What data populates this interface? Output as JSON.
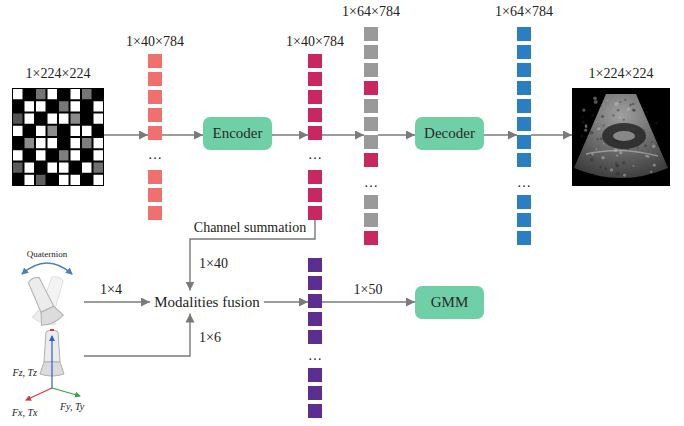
{
  "diagram": {
    "nodes": [
      {
        "text": [
          "1×224×224"
        ]
      },
      {
        "text": [
          "1×40×784",
          "…"
        ]
      },
      {
        "text": [
          "Encoder"
        ]
      },
      {
        "text": [
          "1×40×784",
          "…"
        ]
      },
      {
        "text": [
          "1×64×784",
          "…"
        ]
      },
      {
        "text": [
          "Decoder"
        ]
      },
      {
        "text": [
          "1×64×784",
          "…"
        ]
      },
      {
        "text": [
          "1×224×224"
        ]
      },
      {
        "text": [
          "Quaternion"
        ]
      },
      {
        "text": [
          "Fz, Tz",
          "Fy, Ty",
          "Fx, Tx"
        ]
      },
      {
        "text": [
          "Modalities fusion"
        ]
      },
      {
        "text": [
          "…"
        ]
      },
      {
        "text": [
          "GMM"
        ]
      }
    ],
    "edges": [
      {
        "from": 0,
        "to": 1,
        "arrow": "to"
      },
      {
        "from": 1,
        "to": 2,
        "arrow": "to"
      },
      {
        "from": 2,
        "to": 3,
        "arrow": "to"
      },
      {
        "from": 3,
        "to": 4,
        "arrow": "to"
      },
      {
        "from": 4,
        "to": 5,
        "arrow": "to"
      },
      {
        "from": 5,
        "to": 6,
        "arrow": "to"
      },
      {
        "from": 6,
        "to": 7,
        "arrow": "to"
      },
      {
        "from": 3,
        "to": 10,
        "label": "Channel summation",
        "arrow": "to"
      },
      {
        "from": 8,
        "to": 10,
        "label": "1×4",
        "arrow": "to"
      },
      {
        "from": 9,
        "to": 10,
        "label": "1×6",
        "arrow": "to"
      },
      {
        "from": 10,
        "to": 11,
        "arrow": "to"
      },
      {
        "from": 11,
        "to": 12,
        "label": "1×50",
        "arrow": "to"
      }
    ],
    "labels": [
      "1×40"
    ]
  }
}
